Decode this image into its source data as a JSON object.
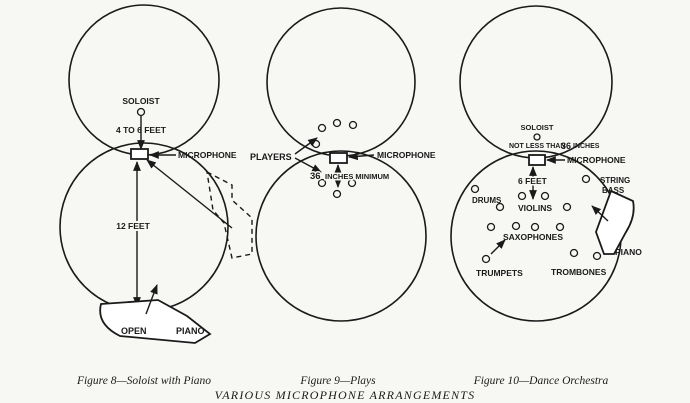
{
  "colors": {
    "ink": "#1a1a1a",
    "paper": "#f7f7f4"
  },
  "figure8": {
    "soloist": "SOLOIST",
    "distance": "4 TO 6 FEET",
    "microphone": "MICROPHONE",
    "distance_piano": "12 FEET",
    "open": "OPEN",
    "piano": "PIANO",
    "caption": "Figure 8—Soloist with Piano"
  },
  "figure9": {
    "players": "PLAYERS",
    "microphone": "MICROPHONE",
    "distance_number": "36",
    "distance_rest": "INCHES MINIMUM",
    "caption": "Figure 9—Plays"
  },
  "figure10": {
    "soloist": "SOLOIST",
    "distance_prefix": "NOT LESS THAN",
    "distance_number": "36",
    "distance_unit": "INCHES",
    "microphone": "MICROPHONE",
    "distance_6": "6 FEET",
    "string_line1": "STRING",
    "string_line2": "BASS",
    "drums": "DRUMS",
    "violins": "VIOLINS",
    "saxophones": "SAXOPHONES",
    "trumpets": "TRUMPETS",
    "trombones": "TROMBONES",
    "piano": "PIANO",
    "caption": "Figure 10—Dance Orchestra"
  },
  "title": "VARIOUS MICROPHONE ARRANGEMENTS"
}
